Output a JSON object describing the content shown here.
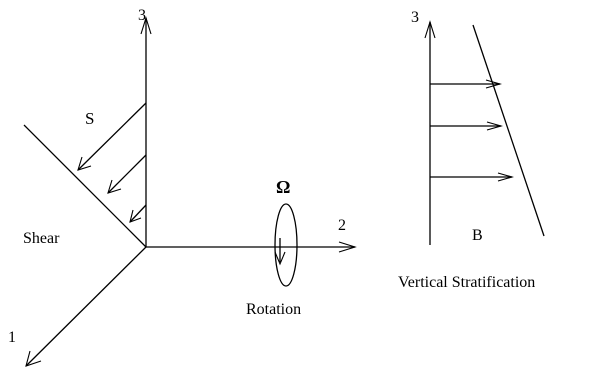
{
  "left_diagram": {
    "axis_labels": {
      "x1": "1",
      "x2": "2",
      "x3": "3"
    },
    "shear_symbol": "S",
    "shear_label": "Shear",
    "rotation_symbol": "Ω",
    "rotation_label": "Rotation"
  },
  "right_diagram": {
    "axis_label": "3",
    "buoyancy_symbol": "B",
    "caption": "Vertical Stratification"
  }
}
